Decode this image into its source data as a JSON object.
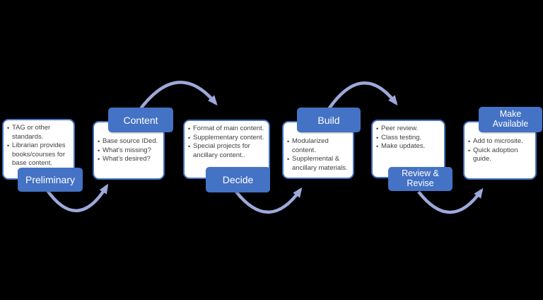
{
  "diagram": {
    "type": "process-flow",
    "colors": {
      "background": "#000000",
      "stage_label_fill": "#4472C4",
      "stage_box_border": "#4472C4",
      "stage_box_fill": "#FFFFFF",
      "arrow": "#9DA9DA",
      "bullet_text": "#3F3F3F",
      "label_text": "#FFFFFF"
    },
    "stages": [
      {
        "label": "Preliminary",
        "label_position": "bottom",
        "bullets": [
          "TAG or other standards.",
          "Librarian provides books/courses for base content."
        ]
      },
      {
        "label": "Content",
        "label_position": "top",
        "bullets": [
          "Base source IDed.",
          "What's missing?",
          "What's desired?"
        ]
      },
      {
        "label": "Decide",
        "label_position": "bottom",
        "bullets": [
          "Format of main content.",
          "Supplementary content.",
          "Special projects for ancillary content.."
        ]
      },
      {
        "label": "Build",
        "label_position": "top",
        "bullets": [
          "Modularized content.",
          "Supplemental & ancillary materials."
        ]
      },
      {
        "label": "Review & Revise",
        "label_position": "bottom",
        "bullets": [
          "Peer review.",
          "Class testing.",
          "Make updates."
        ]
      },
      {
        "label": "Make Available",
        "label_position": "top",
        "bullets": [
          "Add to microsite.",
          "Quick adoption guide."
        ]
      }
    ],
    "connections": [
      {
        "from": "Preliminary",
        "to": "Content",
        "curve": "under"
      },
      {
        "from": "Content",
        "to": "Decide",
        "curve": "over"
      },
      {
        "from": "Decide",
        "to": "Build",
        "curve": "under"
      },
      {
        "from": "Build",
        "to": "Review & Revise",
        "curve": "over"
      },
      {
        "from": "Review & Revise",
        "to": "Make Available",
        "curve": "under"
      }
    ]
  }
}
